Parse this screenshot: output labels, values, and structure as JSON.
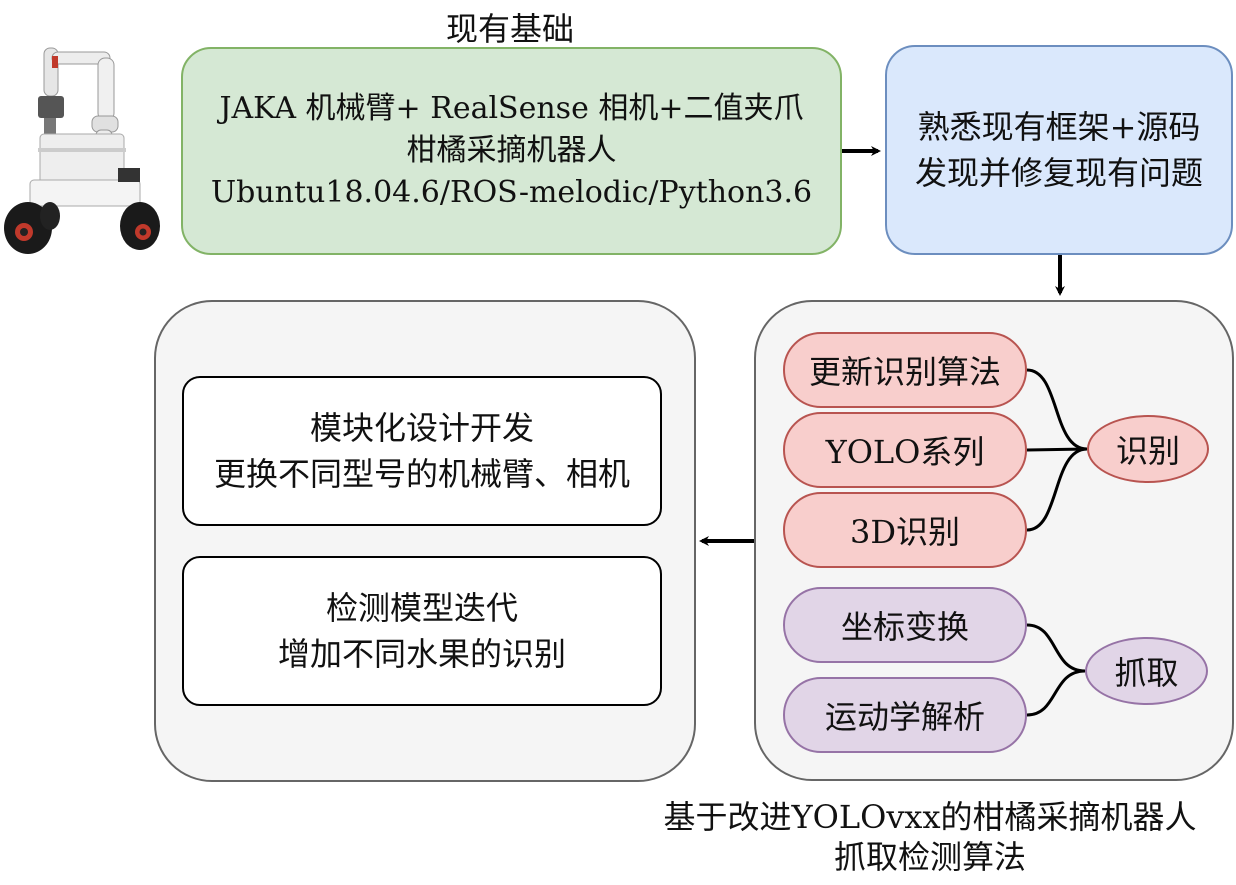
{
  "top_title": "现有基础",
  "foundation": {
    "lines": [
      "JAKA 机械臂+ RealSense 相机+二值夹爪",
      "柑橘采摘机器人",
      "Ubuntu18.04.6/ROS-melodic/Python3.6"
    ]
  },
  "familiarize": {
    "lines": [
      "熟悉现有框架+源码",
      "发现并修复现有问题"
    ]
  },
  "left_panel": {
    "box1": [
      "模块化设计开发",
      "更换不同型号的机械臂、相机"
    ],
    "box2": [
      "检测模型迭代",
      "增加不同水果的识别"
    ]
  },
  "right_panel": {
    "recognition_items": [
      "更新识别算法",
      "YOLO系列",
      "3D识别"
    ],
    "recognition_label": "识别",
    "grasp_items": [
      "坐标变换",
      "运动学解析"
    ],
    "grasp_label": "抓取"
  },
  "caption": [
    "基于改进YOLOvxx的柑橘采摘机器人",
    "抓取检测算法"
  ],
  "colors": {
    "green_fill": "#d5e8d4",
    "green_stroke": "#82b366",
    "blue_fill": "#dae8fc",
    "blue_stroke": "#6c8ebf",
    "red_fill": "#f8cecc",
    "red_stroke": "#b85450",
    "purple_fill": "#e1d5e7",
    "purple_stroke": "#9673a6",
    "panel_fill": "#f5f5f5",
    "panel_stroke": "#666666"
  },
  "icons": [
    "robot-arm-image"
  ]
}
